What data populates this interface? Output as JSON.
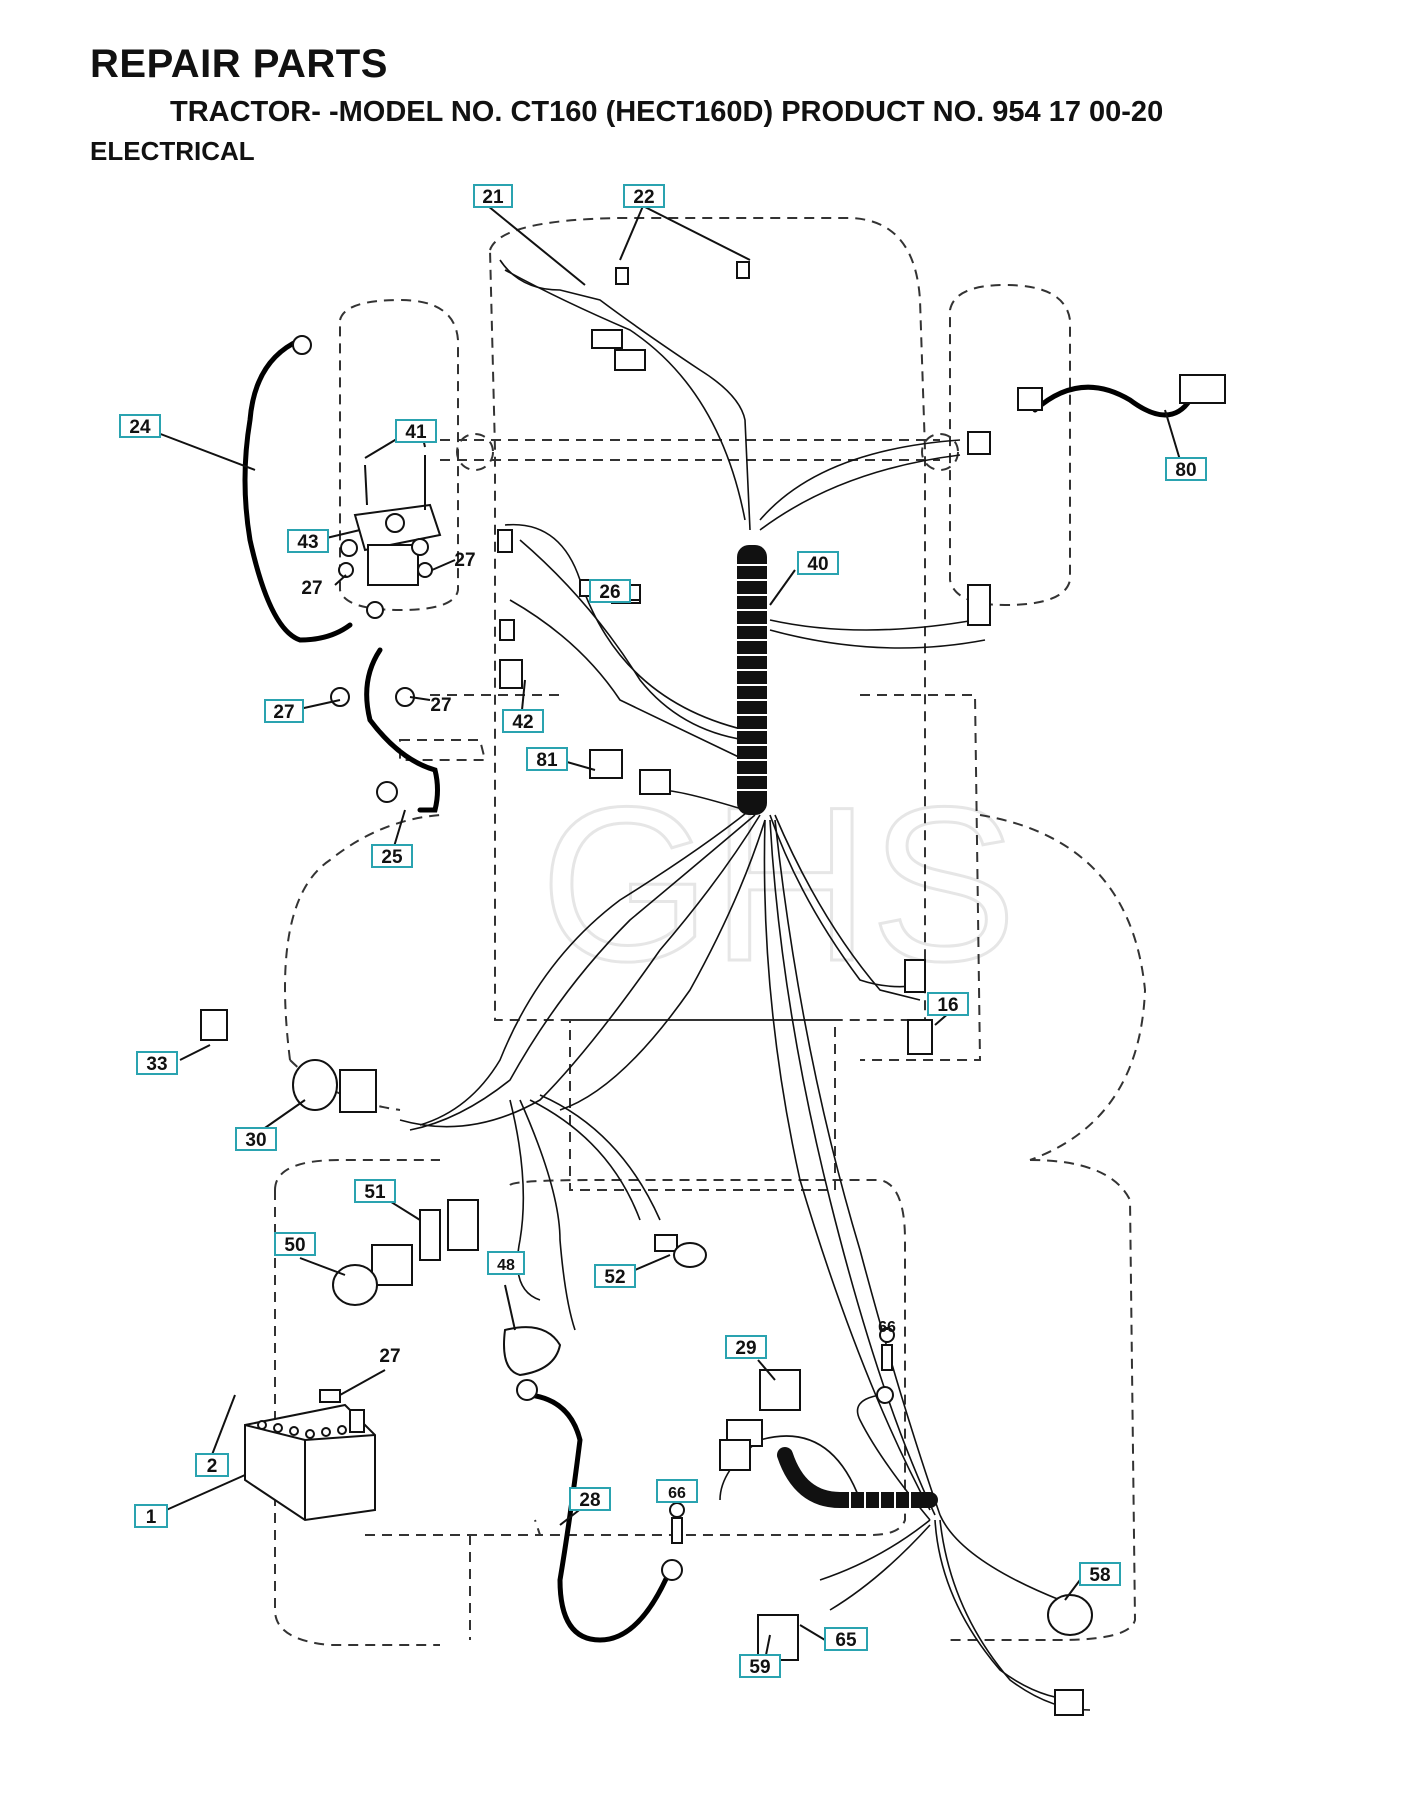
{
  "header": {
    "title": "REPAIR PARTS",
    "subtitle": "TRACTOR- -MODEL NO. CT160 (HECT160D) PRODUCT NO. 954 17 00-20",
    "section": "ELECTRICAL"
  },
  "watermark": "GHS",
  "callouts": {
    "c1": "1",
    "c2": "2",
    "c16": "16",
    "c21": "21",
    "c22": "22",
    "c24": "24",
    "c25": "25",
    "c26": "26",
    "c27": "27",
    "c28": "28",
    "c29": "29",
    "c30": "30",
    "c33": "33",
    "c40": "40",
    "c41": "41",
    "c42": "42",
    "c43": "43",
    "c48": "48",
    "c50": "50",
    "c51": "51",
    "c52": "52",
    "c58": "58",
    "c59": "59",
    "c65": "65",
    "c66": "66",
    "c80": "80",
    "c81": "81"
  },
  "colors": {
    "callout_border": "#2aa3b0",
    "line": "#111111"
  }
}
